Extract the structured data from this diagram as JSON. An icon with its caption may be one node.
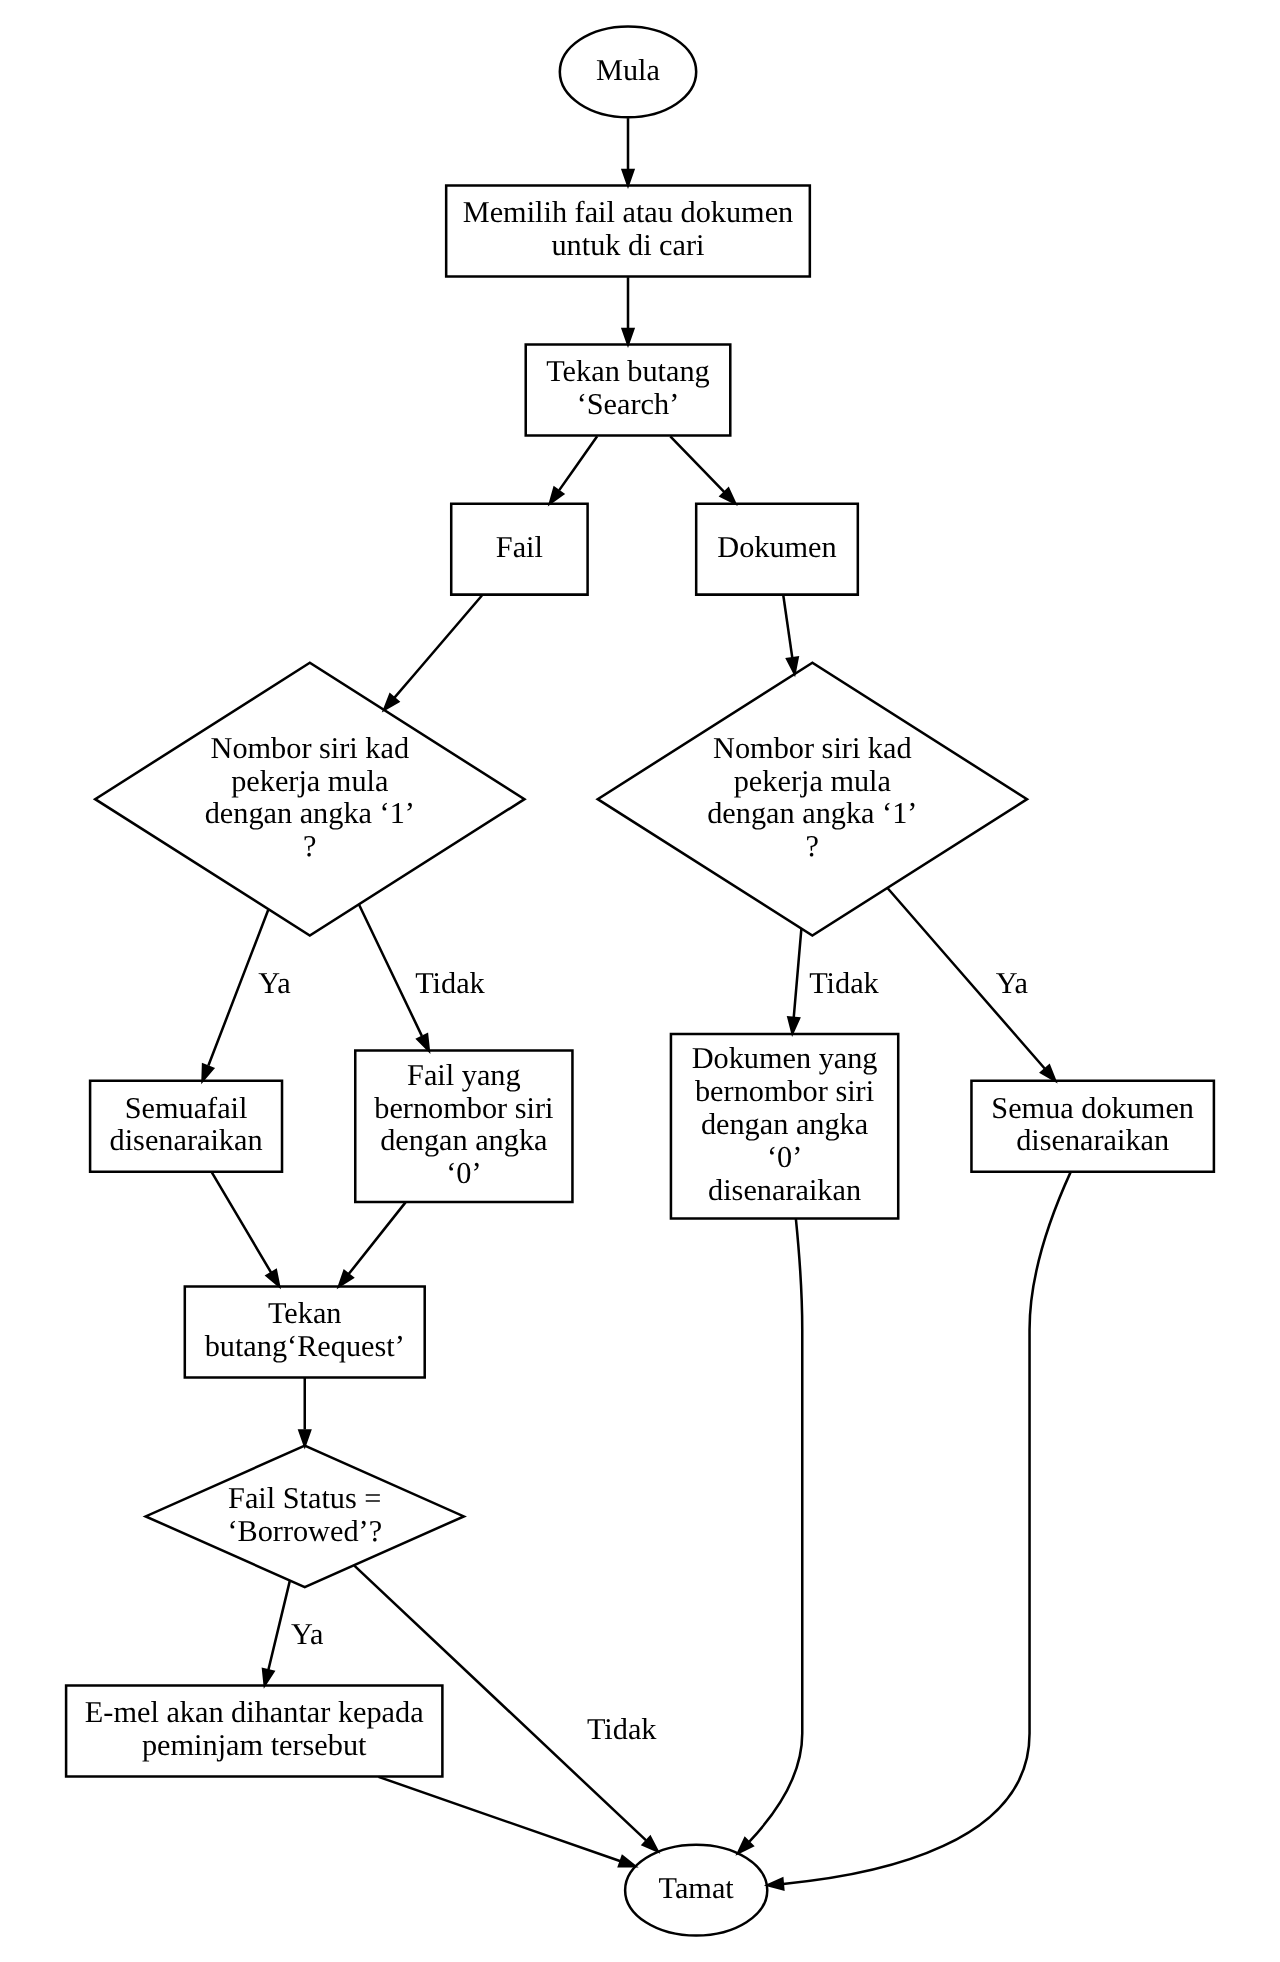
{
  "diagram": {
    "nodes": [
      {
        "text": [
          "Mula"
        ]
      },
      {
        "text": [
          "Memilih fail atau dokumen untuk di cari"
        ]
      },
      {
        "text": [
          "Tekan butang ‘Search’"
        ]
      },
      {
        "text": [
          "Fail"
        ]
      },
      {
        "text": [
          "Dokumen"
        ]
      },
      {
        "text": [
          "Nombor siri kad pekerja mula dengan angka ‘1’ ?"
        ]
      },
      {
        "text": [
          "Semuafail disenaraikan"
        ]
      },
      {
        "text": [
          "Fail yang bernombor siri dengan angka ‘0’"
        ]
      },
      {
        "text": [
          "Tekan butang‘Request’"
        ]
      },
      {
        "text": [
          "Fail Status = ‘Borrowed’?"
        ]
      },
      {
        "text": [
          "E-mel akan dihantar kepada peminjam tersebut"
        ]
      },
      {
        "text": [
          "Nombor siri kad pekerja mula dengan angka ‘1’ ?"
        ]
      },
      {
        "text": [
          "Dokumen yang bernombor siri dengan angka ‘0’ disenaraikan"
        ]
      },
      {
        "text": [
          "Semua dokumen disenaraikan"
        ]
      },
      {
        "text": [
          "Tamat"
        ]
      }
    ],
    "edges": [
      {
        "from": 0,
        "to": 1,
        "arrow": "to"
      },
      {
        "from": 1,
        "to": 2,
        "arrow": "to"
      },
      {
        "from": 2,
        "to": 3,
        "arrow": "to"
      },
      {
        "from": 2,
        "to": 4,
        "arrow": "to"
      },
      {
        "from": 3,
        "to": 5,
        "arrow": "to"
      },
      {
        "from": 5,
        "to": 6,
        "arrow": "to",
        "label": "Ya"
      },
      {
        "from": 5,
        "to": 7,
        "arrow": "to",
        "label": "Tidak"
      },
      {
        "from": 6,
        "to": 8,
        "arrow": "to"
      },
      {
        "from": 7,
        "to": 8,
        "arrow": "to"
      },
      {
        "from": 8,
        "to": 9,
        "arrow": "to"
      },
      {
        "from": 9,
        "to": 10,
        "arrow": "to",
        "label": "Ya"
      },
      {
        "from": 9,
        "to": 14,
        "arrow": "to",
        "label": "Tidak"
      },
      {
        "from": 10,
        "to": 14,
        "arrow": "to"
      },
      {
        "from": 4,
        "to": 11,
        "arrow": "to"
      },
      {
        "from": 11,
        "to": 12,
        "arrow": "to",
        "label": "Tidak"
      },
      {
        "from": 11,
        "to": 13,
        "arrow": "to",
        "label": "Ya"
      },
      {
        "from": 12,
        "to": 14,
        "arrow": "to"
      },
      {
        "from": 13,
        "to": 14,
        "arrow": "to"
      }
    ]
  }
}
